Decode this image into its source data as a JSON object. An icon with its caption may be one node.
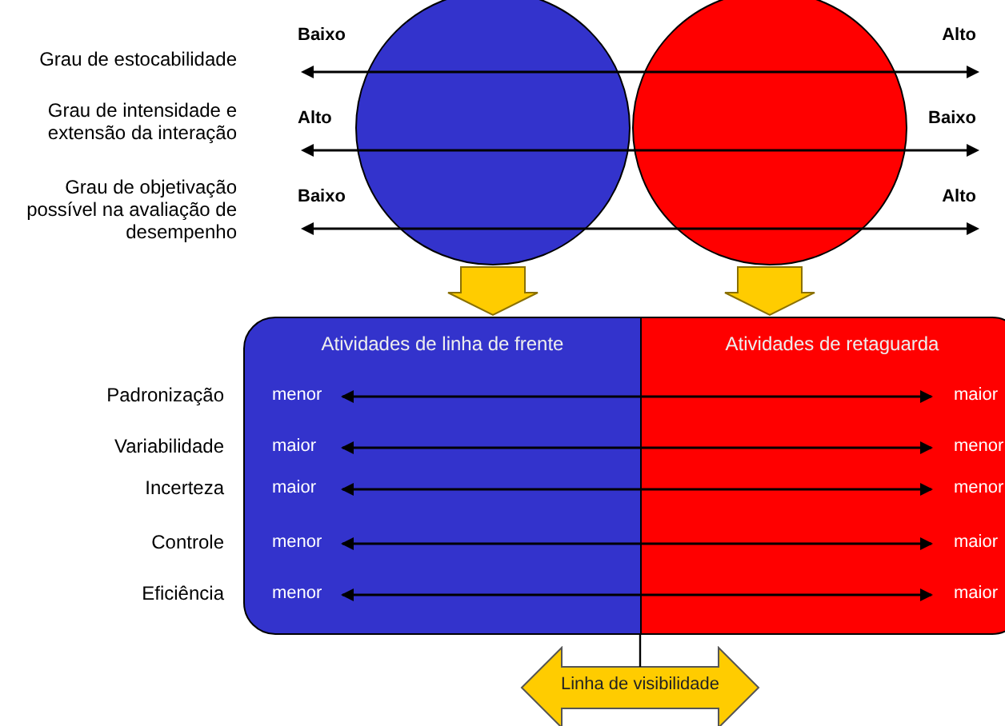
{
  "diagram": {
    "nodes": [
      {
        "text": [],
        "shape": "circle"
      },
      {
        "text": [],
        "shape": "circle"
      },
      {
        "text": [
          "Atividades de linha de frente"
        ]
      },
      {
        "text": [
          "Atividades de retaguarda"
        ]
      },
      {
        "text": [
          "Linha de visibilidade"
        ]
      }
    ],
    "edges": [
      {
        "from": 0,
        "to": 2,
        "arrow": "to",
        "style": "thick",
        "color": "#ffcc00"
      },
      {
        "from": 1,
        "to": 3,
        "arrow": "to",
        "style": "thick",
        "color": "#ffcc00"
      },
      {
        "from": 4,
        "to": 3,
        "arrow": "none"
      },
      {
        "from": 2,
        "to": 3,
        "arrow": "both"
      },
      {
        "from": 2,
        "to": 3,
        "arrow": "both"
      },
      {
        "from": 2,
        "to": 3,
        "arrow": "both"
      },
      {
        "from": 2,
        "to": 3,
        "arrow": "both"
      },
      {
        "from": 2,
        "to": 3,
        "arrow": "both"
      }
    ],
    "labels": [
      "Grau de estocabilidade",
      "Baixo",
      "Alto",
      "Grau de intensidade e extensão da interação",
      "Alto",
      "Baixo",
      "Grau de objetivação possível na avaliação de desempenho",
      "Baixo",
      "Alto",
      "Padronização",
      "menor",
      "maior",
      "Variabilidade",
      "maior",
      "menor",
      "Incerteza",
      "maior",
      "menor",
      "Controle",
      "menor",
      "maior",
      "Eficiência",
      "menor",
      "maior"
    ]
  }
}
